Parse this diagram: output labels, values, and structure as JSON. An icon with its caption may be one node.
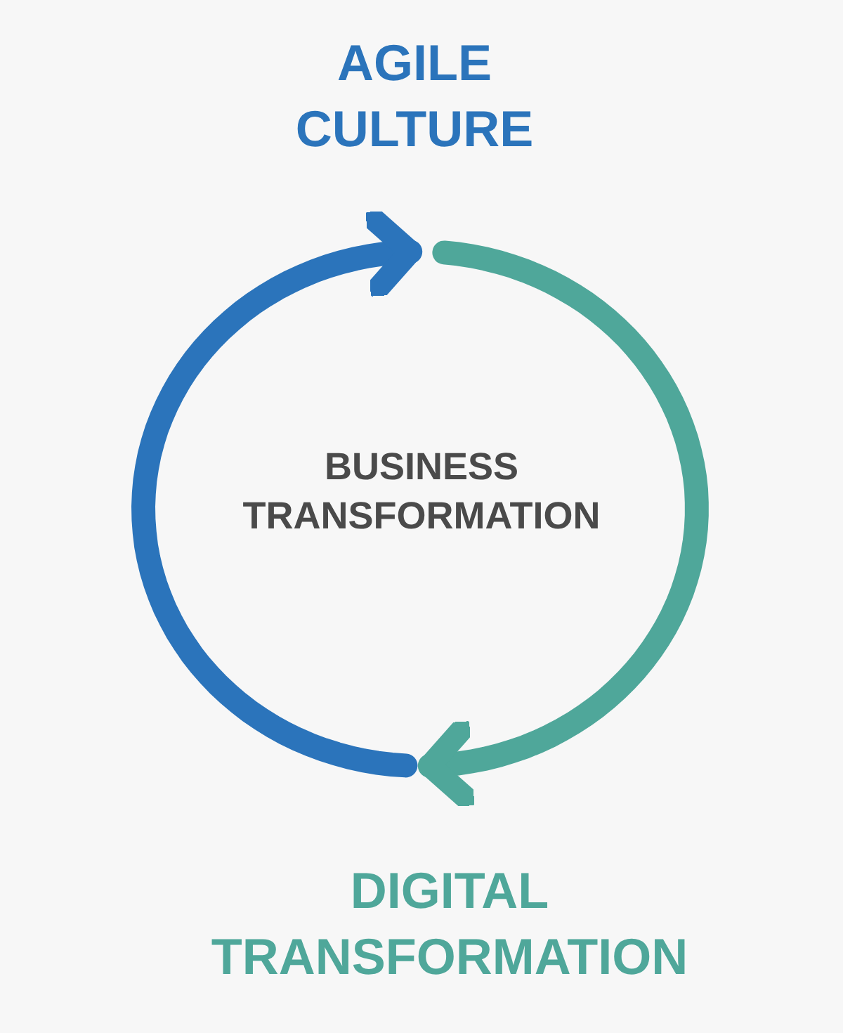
{
  "diagram": {
    "nodes": [
      {
        "text": [
          "AGILE CULTURE"
        ]
      },
      {
        "text": [
          "BUSINESS TRANSFORMATION"
        ]
      },
      {
        "text": [
          "DIGITAL TRANSFORMATION"
        ]
      }
    ],
    "edges": [
      {
        "from": 2,
        "to": 0,
        "arrow": "to",
        "color": "#2b74bb"
      },
      {
        "from": 0,
        "to": 2,
        "arrow": "to",
        "color": "#4fa79a"
      }
    ]
  }
}
